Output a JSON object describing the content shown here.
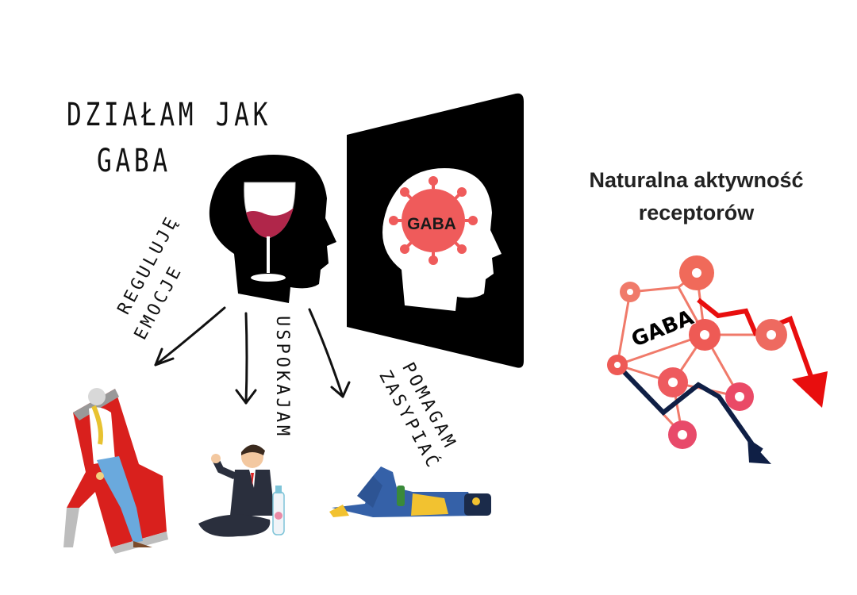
{
  "title": {
    "line1": "DZIAŁAM JAK",
    "line2": "GABA"
  },
  "labels": {
    "reguluje": "REGULUJĘ",
    "emocje": "EMOCJE",
    "uspokajam": "USPOKAJAM",
    "pomagam": "POMAGAM",
    "zasypiac": "ZASYPIAĆ"
  },
  "virus_label": "GABA",
  "network_label": "GABA",
  "right_heading": {
    "line1": "Naturalna aktywność",
    "line2": "receptorów"
  },
  "colors": {
    "virus": "#ef5b5b",
    "node_dark": "#e8473f",
    "node_light": "#f06a5a",
    "node_pink": "#e84a6a",
    "arrow_red": "#e80e0e",
    "arrow_navy": "#0f1f45",
    "wine": "#b0264a"
  }
}
